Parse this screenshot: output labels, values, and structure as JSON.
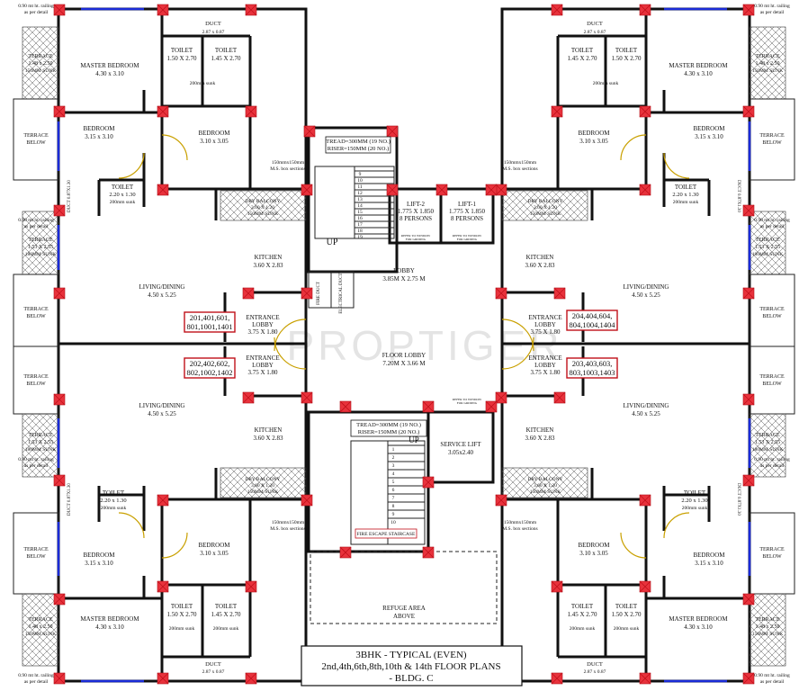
{
  "title_block": {
    "line1": "3BHK - TYPICAL (EVEN)",
    "line2": "2nd,4th,6th,8th,10th & 14th FLOOR PLANS",
    "line3": "- BLDG. C"
  },
  "watermark": "PROPTIGER",
  "colors": {
    "wall": "#111111",
    "column": "#e8323c",
    "window": "#1a2bd8",
    "door": "#c9a000"
  },
  "unit_numbers": {
    "top_left": [
      "201,401,601,",
      "801,1001,1401"
    ],
    "top_right": [
      "204,404,604,",
      "804,1004,1404"
    ],
    "bottom_left": [
      "202,402,602,",
      "802,1002,1402"
    ],
    "bottom_right": [
      "203,403,603,",
      "803,1003,1403"
    ]
  },
  "core": {
    "tread_top": [
      "TREAD=300MM (19 NO.)",
      "RISER=150MM (20 NO.)"
    ],
    "tread_bottom": [
      "TREAD=300MM (19 NO.)",
      "RISER=150MM (20 NO.)"
    ],
    "up": "UP",
    "lift2": [
      "LIFT-2",
      "1.775 X 1.850",
      "8 PERSONS"
    ],
    "lift1": [
      "LIFT-1",
      "1.775 X 1.850",
      "8 PERSONS"
    ],
    "lobby": [
      "LOBBY",
      "3.85M X 2.75 M"
    ],
    "floor_lobby": [
      "FLOOR LOBBY",
      "7.20M X 3.66 M"
    ],
    "service_lift": [
      "SERVICE LIFT",
      "3.05x2.40"
    ],
    "fire_escape": "FIRE ESCAPE STAIRCASE",
    "refuge": [
      "REFUGE AREA",
      "ABOVE"
    ],
    "fire_duct": "FIRE DUCT",
    "electrical_duct": "ELECTRICAL DUCT",
    "stair_top": [
      "9",
      "10",
      "11",
      "12",
      "13",
      "14",
      "15",
      "16",
      "17",
      "18",
      "19"
    ],
    "stair_bottom": [
      "1",
      "2",
      "3",
      "4",
      "5",
      "6",
      "7",
      "8",
      "9",
      "10"
    ]
  },
  "rooms": {
    "master_bedroom": [
      "MASTER BEDROOM",
      "4.30 x 3.10"
    ],
    "bedroom_315": [
      "BEDROOM",
      "3.15 x 3.10"
    ],
    "bedroom_310": [
      "BEDROOM",
      "3.10 x 3.05"
    ],
    "toilet_150": [
      "TOILET",
      "1.50 X 2.70"
    ],
    "toilet_145": [
      "TOILET",
      "1.45 X 2.70"
    ],
    "toilet_220": [
      "TOILET",
      "2.20 x 1.30"
    ],
    "sunk_200": "200mm sunk",
    "duct": "DUCT",
    "duct_size": "2.87 x 0.87",
    "duct_vertical": "DUCT 0.87X1.30",
    "terrace_top": [
      "TERRACE",
      "1.48 x 2.50",
      "150MM SUNK"
    ],
    "terrace_mid": [
      "TERRACE",
      "1.53 X 2.55",
      "180MM SUNK"
    ],
    "terrace_below": [
      "TERRACE",
      "BELOW"
    ],
    "dry_balcony": [
      "DRY BALCONY",
      "3.60 X 1.20",
      "150MM SUNK"
    ],
    "kitchen": [
      "KITCHEN",
      "3.60 X 2.83"
    ],
    "living": [
      "LIVING/DINING",
      "4.50 x 5.25"
    ],
    "entrance_lobby": [
      "ENTRANCE",
      "LOBBY",
      "3.75 X 1.80"
    ],
    "ms_box": [
      "150mmx150mm",
      "M.S. box sections"
    ],
    "railing": [
      "0.90 mt ht. railing",
      "as per detail"
    ],
    "refer_to_window": [
      "REFER TO WINDOW",
      "FOR GRIDING"
    ]
  }
}
